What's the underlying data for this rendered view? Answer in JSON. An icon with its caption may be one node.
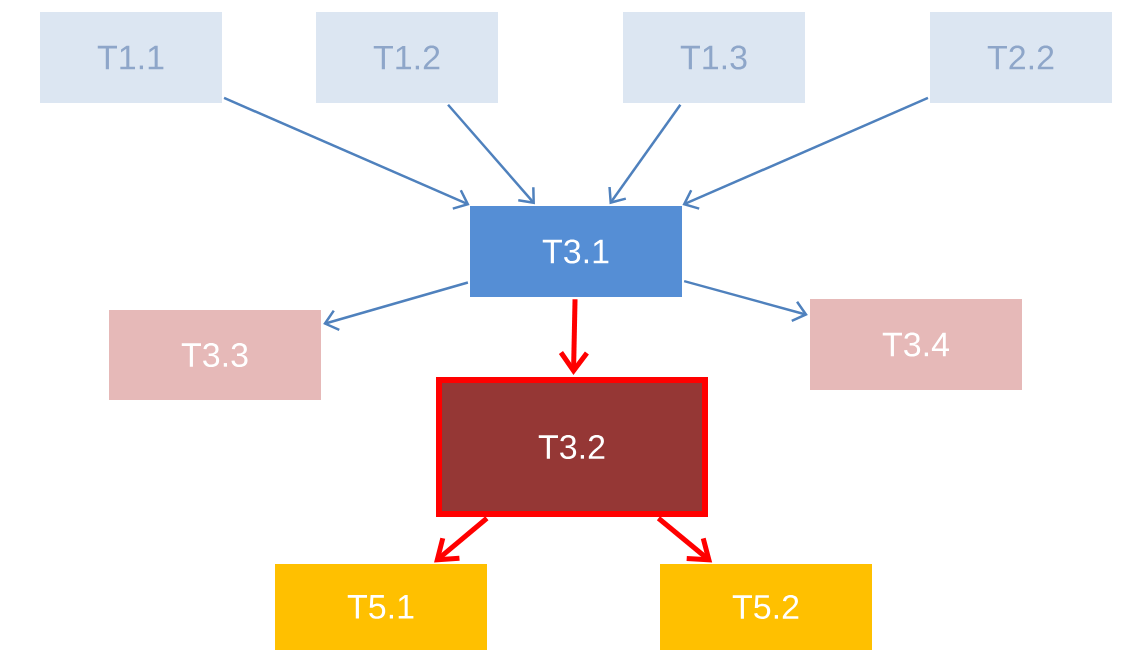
{
  "diagram": {
    "nodes": [
      {
        "text": [
          "T1.1"
        ]
      },
      {
        "text": [
          "T1.2"
        ]
      },
      {
        "text": [
          "T1.3"
        ]
      },
      {
        "text": [
          "T2.2"
        ]
      },
      {
        "text": [
          "T3.1"
        ]
      },
      {
        "text": [
          "T3.3"
        ]
      },
      {
        "text": [
          "T3.4"
        ]
      },
      {
        "text": [
          "T3.2"
        ]
      },
      {
        "text": [
          "T5.1"
        ]
      },
      {
        "text": [
          "T5.2"
        ]
      }
    ],
    "edges": [
      {
        "from": 0,
        "to": 4,
        "arrow": "to"
      },
      {
        "from": 1,
        "to": 4,
        "arrow": "to"
      },
      {
        "from": 2,
        "to": 4,
        "arrow": "to"
      },
      {
        "from": 3,
        "to": 4,
        "arrow": "to"
      },
      {
        "from": 4,
        "to": 5,
        "arrow": "to"
      },
      {
        "from": 4,
        "to": 6,
        "arrow": "to"
      },
      {
        "from": 4,
        "to": 7,
        "arrow": "to",
        "style": "thick",
        "color": "#ff0000"
      },
      {
        "from": 7,
        "to": 8,
        "arrow": "to",
        "style": "thick",
        "color": "#ff0000"
      },
      {
        "from": 7,
        "to": 9,
        "arrow": "to",
        "style": "thick",
        "color": "#ff0000"
      }
    ]
  }
}
